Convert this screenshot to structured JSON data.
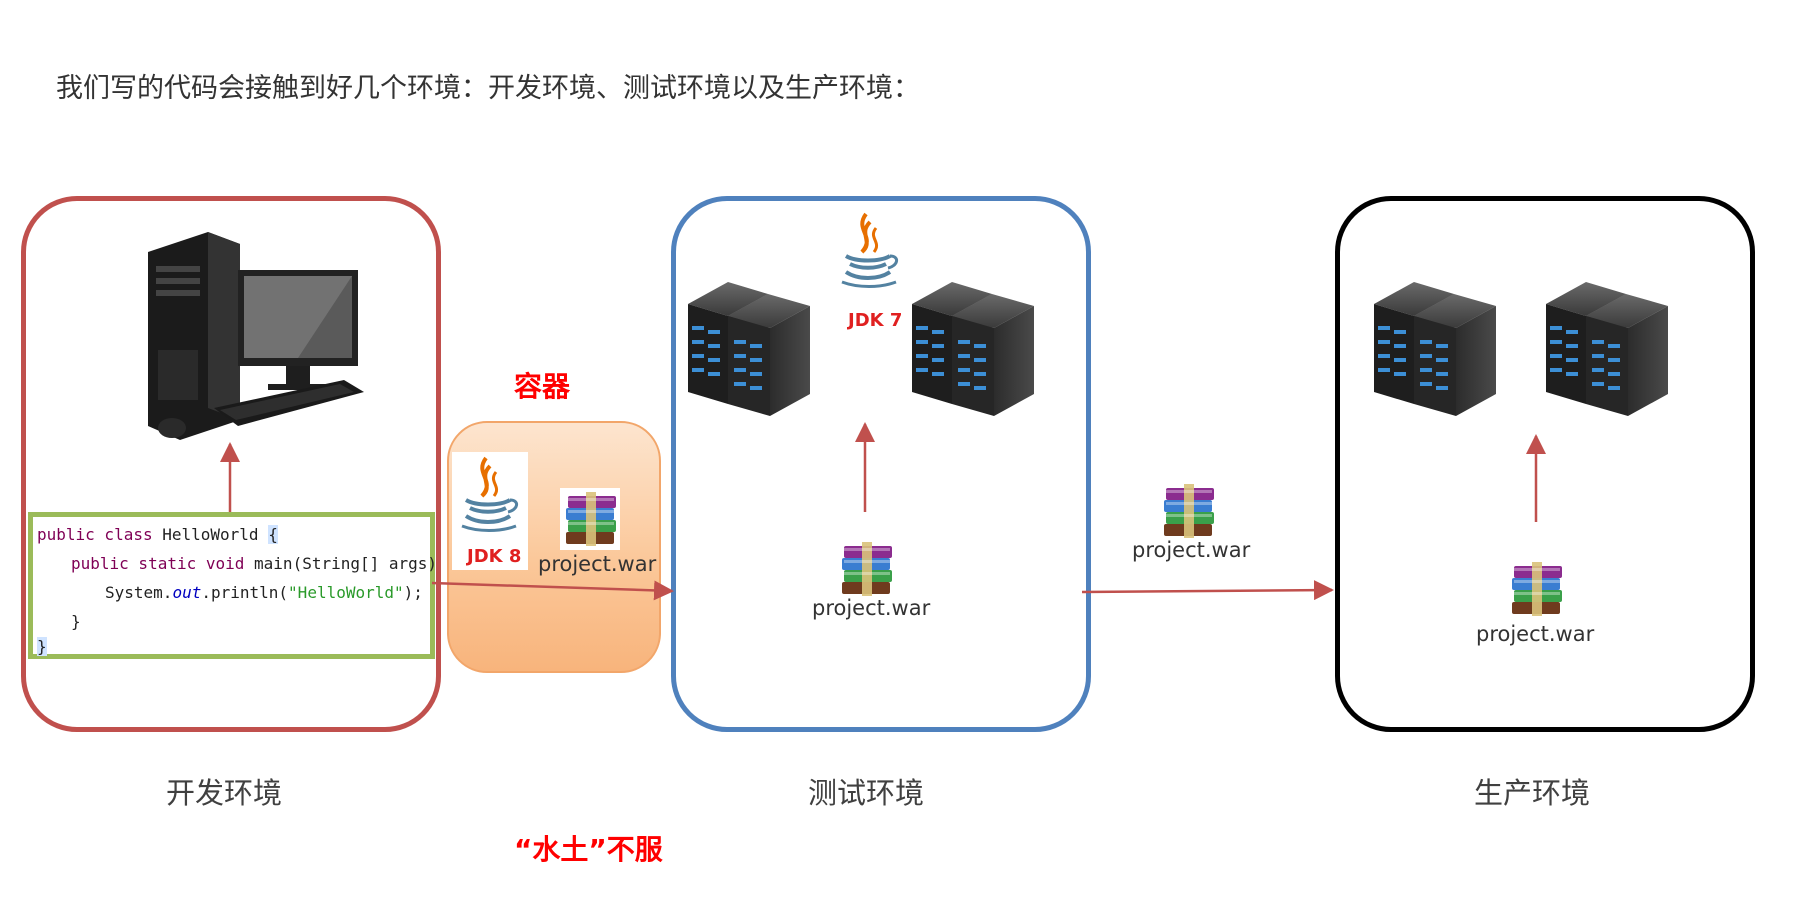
{
  "heading": "我们写的代码会接触到好几个环境：开发环境、测试环境以及生产环境：",
  "environments": {
    "dev": {
      "label": "开发环境",
      "border_color": "#c0504d"
    },
    "test": {
      "label": "测试环境",
      "border_color": "#4f81bd"
    },
    "prod": {
      "label": "生产环境",
      "border_color": "#000000"
    }
  },
  "container": {
    "title": "容器",
    "jdk_label": "JDK 8",
    "war_label": "project.war"
  },
  "test_env": {
    "jdk_label": "JDK 7",
    "war_label": "project.war"
  },
  "transfer": {
    "war_label": "project.war"
  },
  "prod_env": {
    "war_label": "project.war"
  },
  "caption": "“水土”不服",
  "code": {
    "line1_kw": "public class ",
    "line1_name": "HelloWorld ",
    "line1_brace": "{",
    "line2_kw": "public static void ",
    "line2_rest": "main(String[] args) {",
    "line3_a": "System.",
    "line3_field": "out",
    "line3_b": ".println(",
    "line3_str": "\"HelloWorld\"",
    "line3_c": ");",
    "line4": "}",
    "line5": "}"
  },
  "colors": {
    "arrow": "#c0504d",
    "red_text": "#ff0000",
    "code_border": "#9bbb59",
    "container_border": "#f2a66a"
  },
  "icons": [
    "desktop-computer-icon",
    "java-logo-icon",
    "server-rack-icon",
    "winrar-archive-icon"
  ]
}
